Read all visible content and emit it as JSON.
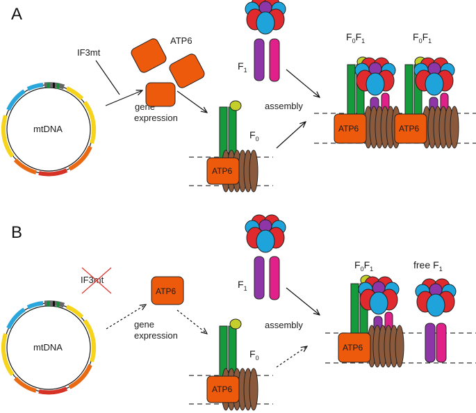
{
  "panels": {
    "a": "A",
    "b": "B"
  },
  "labels": {
    "mtdna": "mtDNA",
    "if3mt": "IF3mt",
    "atp6": "ATP6",
    "gene": "gene",
    "expression": "expression",
    "assembly": "assembly",
    "F": "F",
    "sub0": "0",
    "sub1": "1",
    "free": "free"
  },
  "colors": {
    "atp6": "#ee5a0c",
    "c_ring": "#8b5a3c",
    "stator_green": "#159b3c",
    "delta_yellow": "#c4cf2c",
    "alpha_red": "#e02a2e",
    "beta_blue": "#1ea3db",
    "gamma_purple": "#8e36a7",
    "stalk_pink": "#e0218a",
    "genome_yellow": "#f6d41c",
    "genome_orange": "#ea6a13",
    "genome_red": "#d63226",
    "genome_blue": "#29a7dd"
  }
}
